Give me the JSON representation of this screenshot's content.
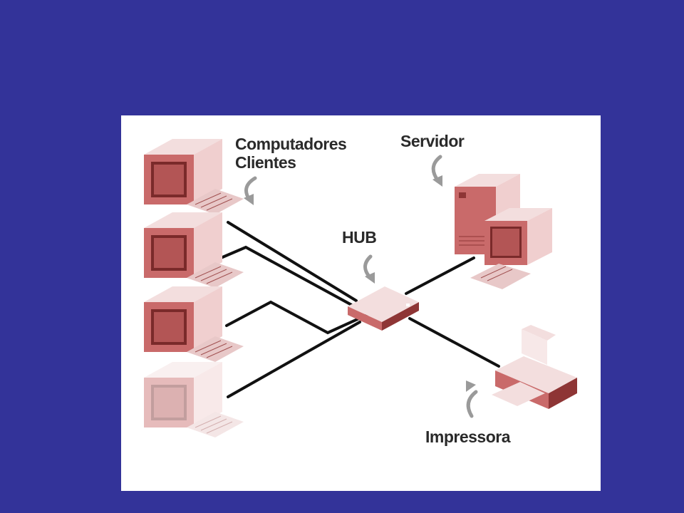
{
  "colors": {
    "background": "#333399",
    "panel": "#ffffff",
    "device_fill": "#c96a6a",
    "device_light": "#f3dede",
    "device_dark": "#8e3535",
    "cable": "#111111",
    "arrow": "#9a9a9a",
    "label_text": "#2a2a2a"
  },
  "diagram": {
    "labels": {
      "clients_line1": "Computadores",
      "clients_line2": "Clientes",
      "server": "Servidor",
      "hub": "HUB",
      "printer": "Impressora"
    },
    "nodes": [
      {
        "id": "client-1",
        "type": "client-computer"
      },
      {
        "id": "client-2",
        "type": "client-computer"
      },
      {
        "id": "client-3",
        "type": "client-computer"
      },
      {
        "id": "client-4",
        "type": "client-computer"
      },
      {
        "id": "hub",
        "type": "hub"
      },
      {
        "id": "server",
        "type": "server"
      },
      {
        "id": "printer",
        "type": "printer"
      }
    ],
    "edges": [
      {
        "from": "client-1",
        "to": "hub"
      },
      {
        "from": "client-2",
        "to": "hub"
      },
      {
        "from": "client-3",
        "to": "hub"
      },
      {
        "from": "client-4",
        "to": "hub"
      },
      {
        "from": "hub",
        "to": "server"
      },
      {
        "from": "hub",
        "to": "printer"
      }
    ]
  }
}
